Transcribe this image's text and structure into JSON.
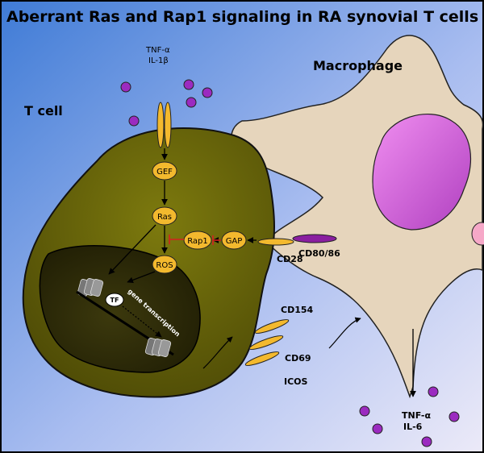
{
  "title": "Aberrant Ras and Rap1 signaling in RA synovial T cells",
  "labels": {
    "t_cell": "T cell",
    "macrophage": "Macrophage",
    "cytokines_in_1": "TNF-α",
    "cytokines_in_2": "IL-1β",
    "cytokines_out_1": "TNF-α",
    "cytokines_out_2": "IL-6",
    "cd28": "CD28",
    "cd80_86": "CD80/86",
    "cd154": "CD154",
    "cd69": "CD69",
    "icos": "ICOS",
    "gene_transcription": "gene transcription",
    "tf": "TF"
  },
  "nodes": {
    "gef": "GEF",
    "ras": "Ras",
    "ros": "ROS",
    "rap1": "Rap1",
    "gap": "GAP"
  },
  "colors": {
    "background_start": "#4f86d8",
    "background_end": "#e2e3f6",
    "t_cell_fill": "#5e5b08",
    "nucleus_fill": "#2f2c0a",
    "macrophage_fill": "#e8d6bb",
    "macrophage_nucleus": "#e070e0",
    "node_fill": "#f3b92e",
    "cytokine_fill": "#9b2bc0",
    "cd80_fill": "#8a1fa0",
    "inhibit_color": "#d42020"
  }
}
